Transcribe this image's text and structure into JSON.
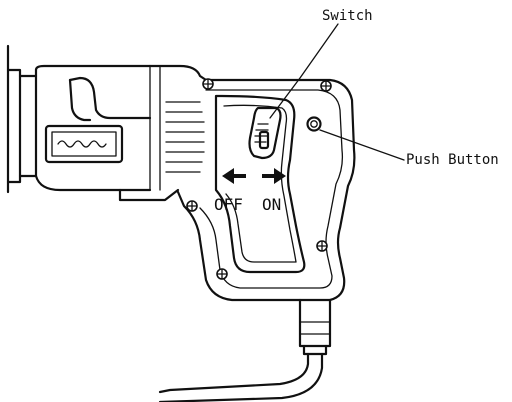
{
  "labels": {
    "switch": "Switch",
    "push_button": "Push Button",
    "off": "OFF",
    "on": "ON"
  },
  "icons": {
    "off_arrow": "arrow-left",
    "on_arrow": "arrow-right"
  }
}
